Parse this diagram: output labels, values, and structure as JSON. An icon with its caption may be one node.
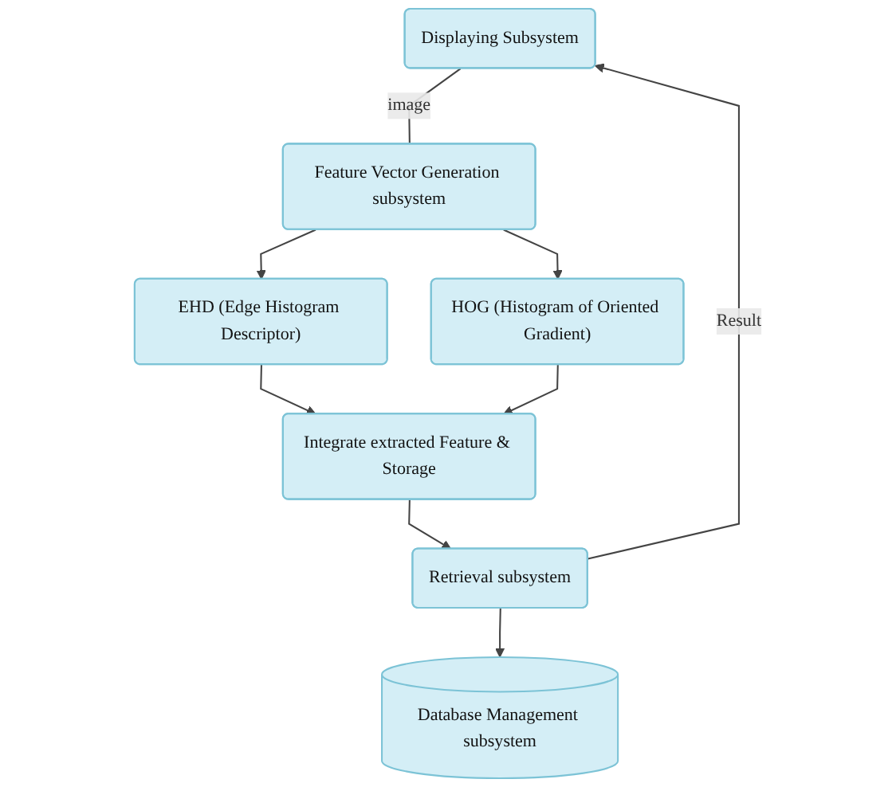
{
  "diagram": {
    "nodes": [
      {
        "text": [
          "Displaying Subsystem"
        ]
      },
      {
        "text": [
          "Feature Vector Generation subsystem"
        ]
      },
      {
        "text": [
          "EHD (Edge Histogram Descriptor)"
        ]
      },
      {
        "text": [
          "HOG (Histogram of Oriented Gradient)"
        ]
      },
      {
        "text": [
          "Retrieval subsystem"
        ]
      },
      {
        "text": [
          "Integrate extracted Feature & Storage"
        ]
      },
      {
        "text": [
          "Database Management subsystem"
        ]
      }
    ],
    "edges": [
      {
        "from": 0,
        "to": 1,
        "arrow": "none",
        "label": "image"
      },
      {
        "from": 1,
        "to": 2,
        "arrow": "to"
      },
      {
        "from": 1,
        "to": 3,
        "arrow": "to"
      },
      {
        "from": 2,
        "to": 5,
        "arrow": "to"
      },
      {
        "from": 3,
        "to": 5,
        "arrow": "to"
      },
      {
        "from": 5,
        "to": 4,
        "arrow": "to"
      },
      {
        "from": 4,
        "to": 0,
        "arrow": "to",
        "label": "Result"
      },
      {
        "from": 4,
        "to": 6,
        "arrow": "to"
      }
    ]
  }
}
